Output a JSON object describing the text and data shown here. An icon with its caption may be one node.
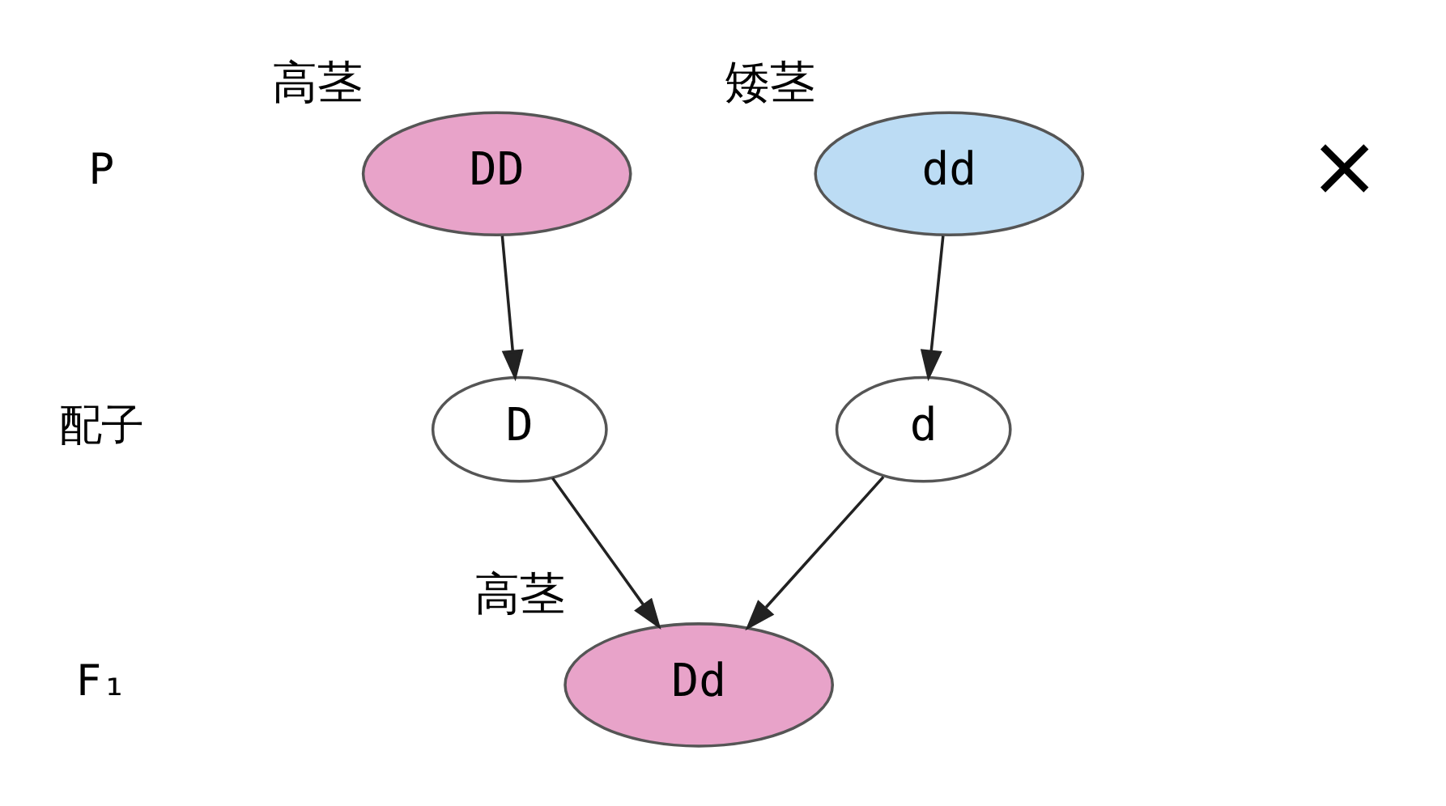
{
  "diagram": {
    "nodes": [
      {
        "text": [
          "DD"
        ],
        "beside": [
          "高茎"
        ]
      },
      {
        "text": [
          "dd"
        ],
        "beside": [
          "矮茎"
        ]
      },
      {
        "text": [
          "D"
        ]
      },
      {
        "text": [
          "d"
        ]
      },
      {
        "text": [
          "Dd"
        ],
        "beside": [
          "高茎"
        ]
      }
    ],
    "edges": [
      {
        "from": 0,
        "to": 2,
        "arrow": "to"
      },
      {
        "from": 1,
        "to": 3,
        "arrow": "to"
      },
      {
        "from": 2,
        "to": 4,
        "arrow": "to"
      },
      {
        "from": 3,
        "to": 4,
        "arrow": "to"
      }
    ],
    "labels": [
      "P",
      "×",
      "配子",
      "F₁"
    ]
  }
}
